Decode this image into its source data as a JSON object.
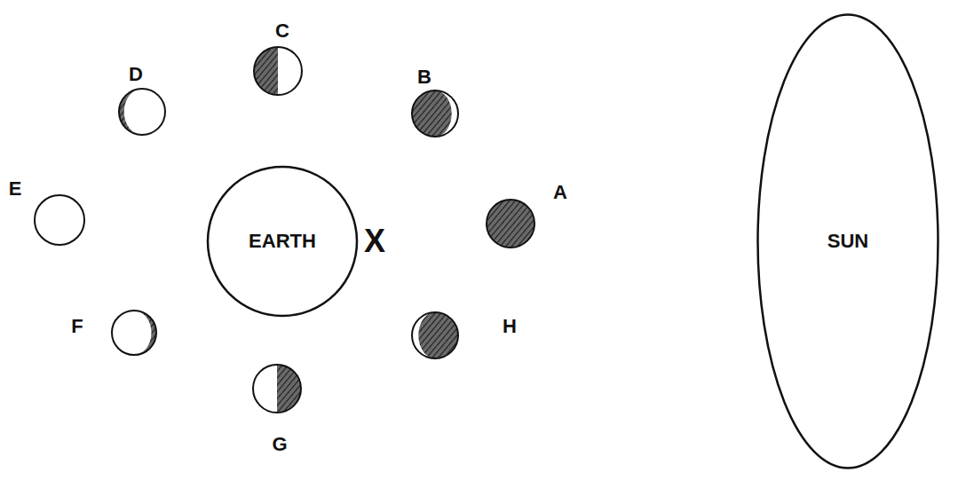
{
  "diagram": {
    "nodes": [
      {
        "text": [
          "C"
        ]
      },
      {
        "text": [
          "D"
        ]
      },
      {
        "text": [
          "B"
        ]
      },
      {
        "text": [
          "E"
        ]
      },
      {
        "text": [
          "EARTH"
        ]
      },
      {
        "text": [
          "A"
        ]
      },
      {
        "text": [
          "SUN"
        ]
      },
      {
        "text": [
          "F"
        ]
      },
      {
        "text": [
          "H"
        ]
      },
      {
        "text": [
          "G"
        ]
      }
    ],
    "labels": [
      "X"
    ]
  }
}
